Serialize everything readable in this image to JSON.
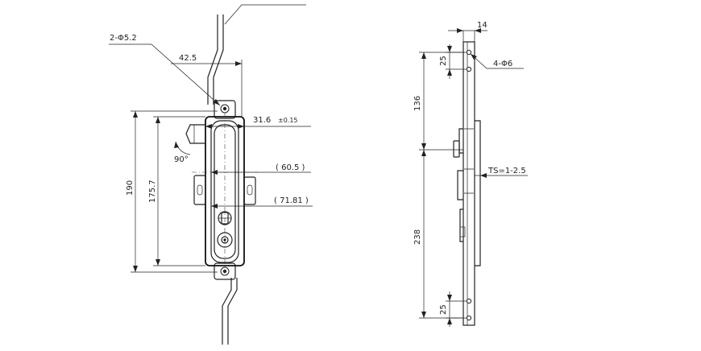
{
  "front_view": {
    "hole_callout": "2-Φ5.2",
    "dim_handle_offset": "42.5",
    "dim_width": "31.6",
    "dim_width_tol": "±0.15",
    "dim_angle": "90°",
    "dim_ref_1": "( 60.5 )",
    "dim_ref_2": "( 71.81 )",
    "dim_total_height": "190",
    "dim_body_height": "175.7"
  },
  "side_view": {
    "dim_thickness": "14",
    "dim_top_spacing": "25",
    "hole_callout": "4-Φ6",
    "dim_upper": "136",
    "dim_panel_ts": "TS=1-2.5",
    "dim_lower": "238",
    "dim_bottom_spacing": "25"
  }
}
